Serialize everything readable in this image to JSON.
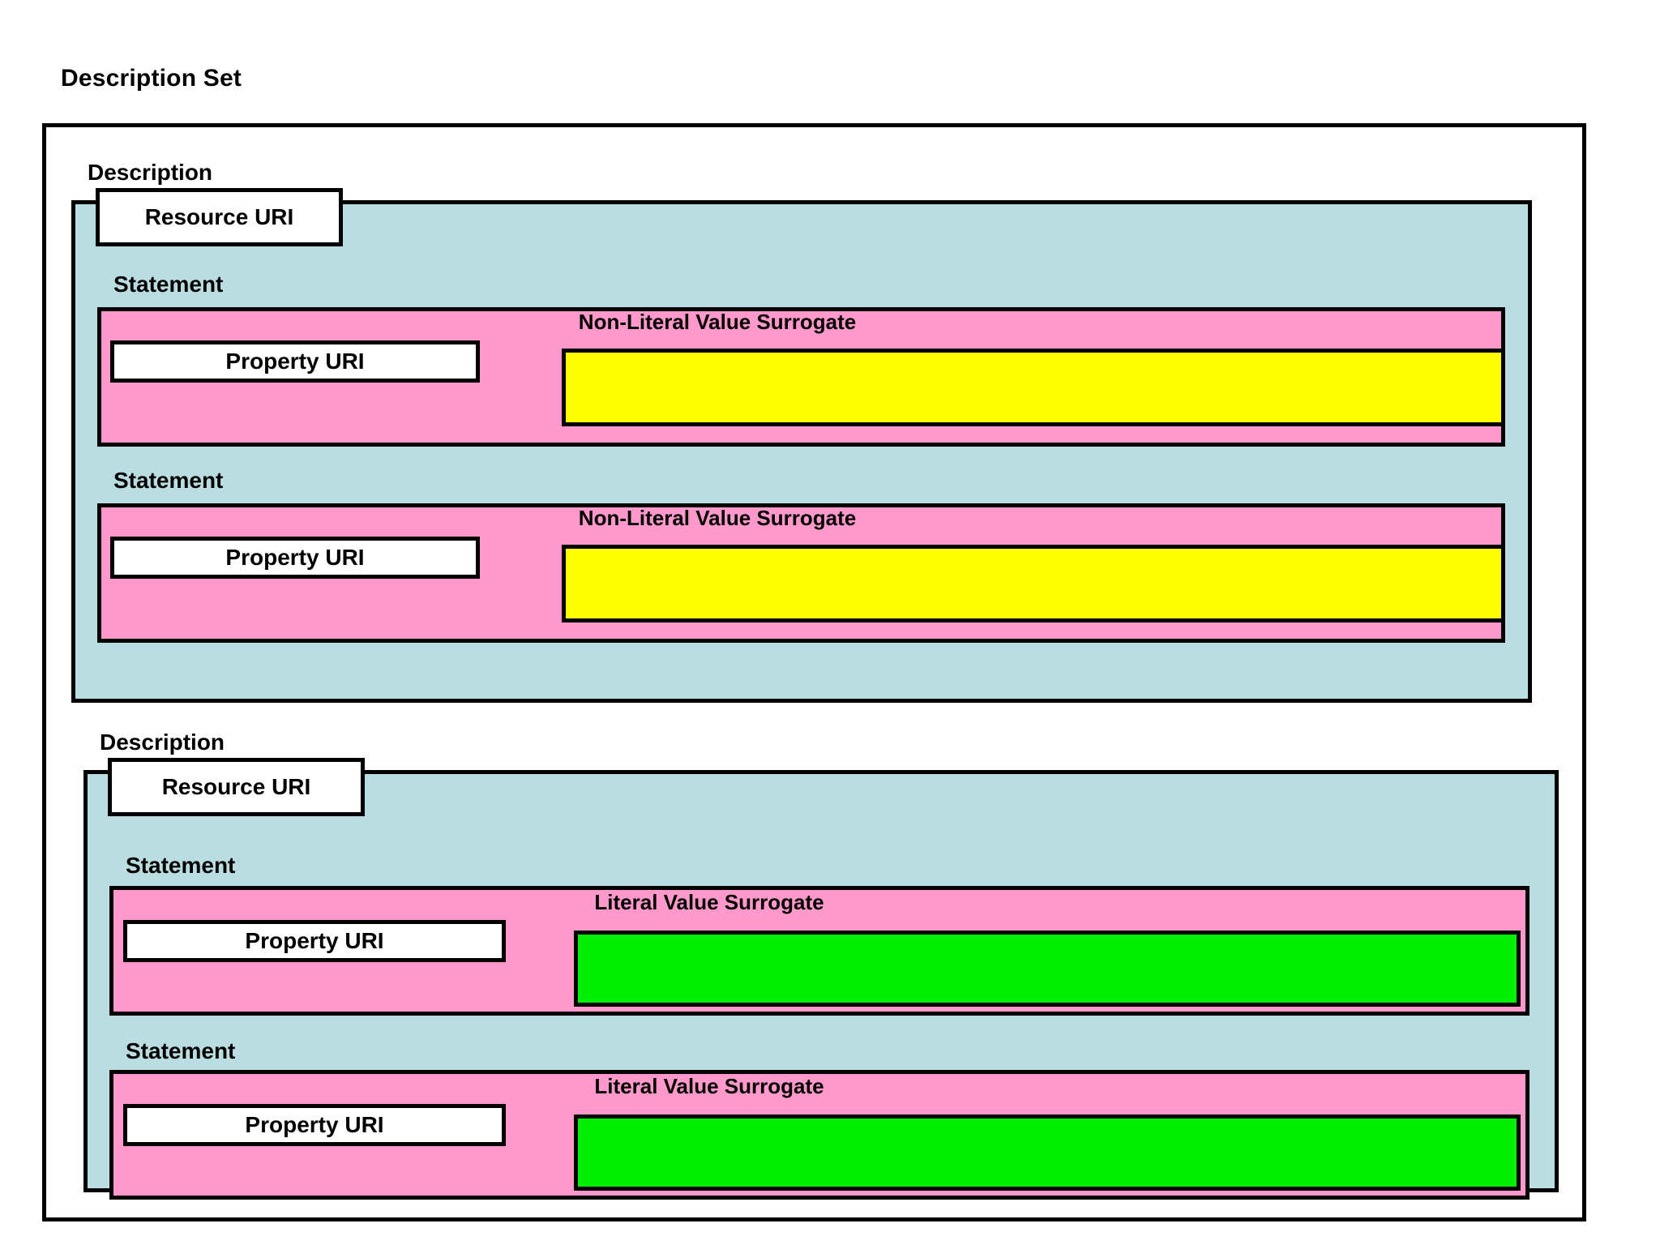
{
  "diagram": {
    "title": "Description Set",
    "colors": {
      "description_fill": "#b9dde1",
      "statement_fill": "#ff99cc",
      "nonliteral_value_fill": "#ffff00",
      "literal_value_fill": "#00ee00",
      "uri_chip_fill": "#ffffff",
      "stroke": "#000000",
      "page_background": "#ffffff"
    },
    "descriptions": [
      {
        "label": "Description",
        "resource_uri_label": "Resource URI",
        "statements": [
          {
            "label": "Statement",
            "property_uri_label": "Property URI",
            "surrogate_label": "Non-Literal Value Surrogate",
            "surrogate_kind": "non-literal",
            "surrogate_color": "#ffff00"
          },
          {
            "label": "Statement",
            "property_uri_label": "Property URI",
            "surrogate_label": "Non-Literal Value Surrogate",
            "surrogate_kind": "non-literal",
            "surrogate_color": "#ffff00"
          }
        ]
      },
      {
        "label": "Description",
        "resource_uri_label": "Resource URI",
        "statements": [
          {
            "label": "Statement",
            "property_uri_label": "Property URI",
            "surrogate_label": "Literal Value Surrogate",
            "surrogate_kind": "literal",
            "surrogate_color": "#00ee00"
          },
          {
            "label": "Statement",
            "property_uri_label": "Property URI",
            "surrogate_label": "Literal Value Surrogate",
            "surrogate_kind": "literal",
            "surrogate_color": "#00ee00"
          }
        ]
      }
    ]
  }
}
